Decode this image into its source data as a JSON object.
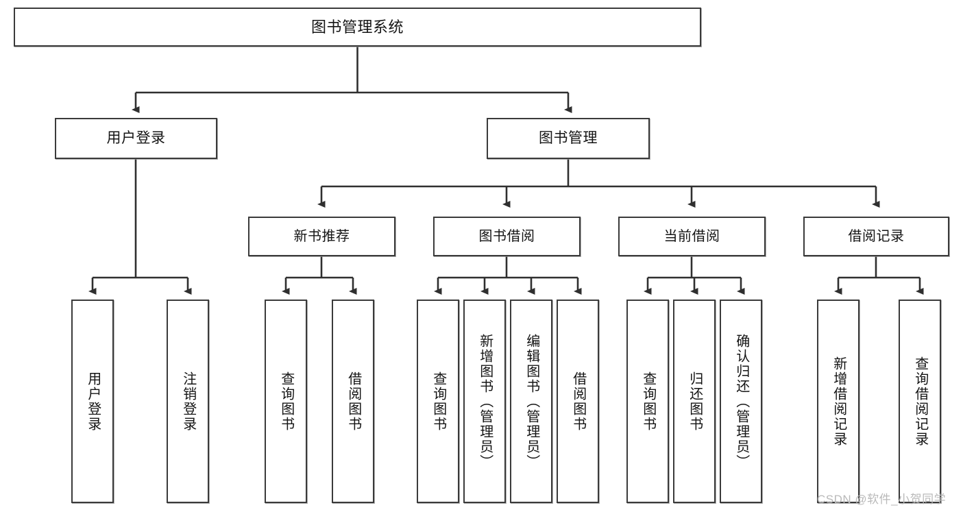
{
  "diagram": {
    "title": "图书管理系统",
    "type": "functional-structure-tree",
    "colors": {
      "node_border": "#3a3a3a",
      "node_fill": "#ffffff",
      "edge": "#2f2f2f",
      "text": "#141414",
      "watermark": "#b9b9b9",
      "background": "#ffffff"
    },
    "watermark": "CSDN @软件_小贺同学"
  },
  "nodes": {
    "root": {
      "label": "图书管理系统"
    },
    "level2": [
      {
        "label": "用户登录"
      },
      {
        "label": "图书管理"
      }
    ],
    "level3": [
      {
        "label": "新书推荐"
      },
      {
        "label": "图书借阅"
      },
      {
        "label": "当前借阅"
      },
      {
        "label": "借阅记录"
      }
    ],
    "leaves": {
      "user_login": [
        {
          "label": "用户登录"
        },
        {
          "label": "注销登录"
        }
      ],
      "new_book_recommend": [
        {
          "label": "查询图书"
        },
        {
          "label": "借阅图书"
        }
      ],
      "book_borrow": [
        {
          "label": "查询图书"
        },
        {
          "label": "新增图书（管理员）"
        },
        {
          "label": "编辑图书（管理员）"
        },
        {
          "label": "借阅图书"
        }
      ],
      "current_borrow": [
        {
          "label": "查询图书"
        },
        {
          "label": "归还图书"
        },
        {
          "label": "确认归还（管理员）"
        }
      ],
      "borrow_record": [
        {
          "label": "新增借阅记录"
        },
        {
          "label": "查询借阅记录"
        }
      ]
    }
  }
}
